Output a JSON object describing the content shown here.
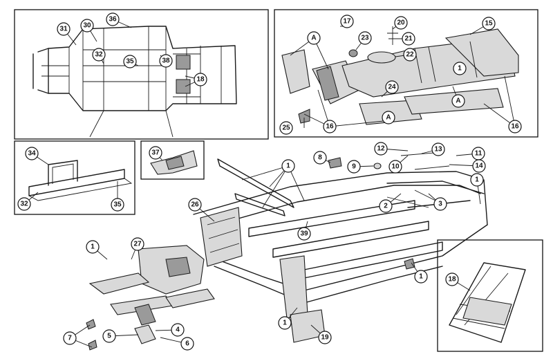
{
  "diagram": {
    "accent": "#111111",
    "callouts": {
      "c1": "1",
      "c2": "2",
      "c3": "3",
      "c4": "4",
      "c5": "5",
      "c6": "6",
      "c7": "7",
      "c8": "8",
      "c9": "9",
      "c10": "10",
      "c11": "11",
      "c12": "12",
      "c13": "13",
      "c14": "14",
      "c15": "15",
      "c16": "16",
      "c17": "17",
      "c18": "18",
      "c19": "19",
      "c20": "20",
      "c21": "21",
      "c22": "22",
      "c23": "23",
      "c24": "24",
      "c25": "25",
      "c26": "26",
      "c27": "27",
      "c30": "30",
      "c31": "31",
      "c32": "32",
      "c34": "34",
      "c35": "35",
      "c36": "36",
      "c37": "37",
      "c38": "38",
      "c39": "39",
      "cA": "A"
    }
  }
}
